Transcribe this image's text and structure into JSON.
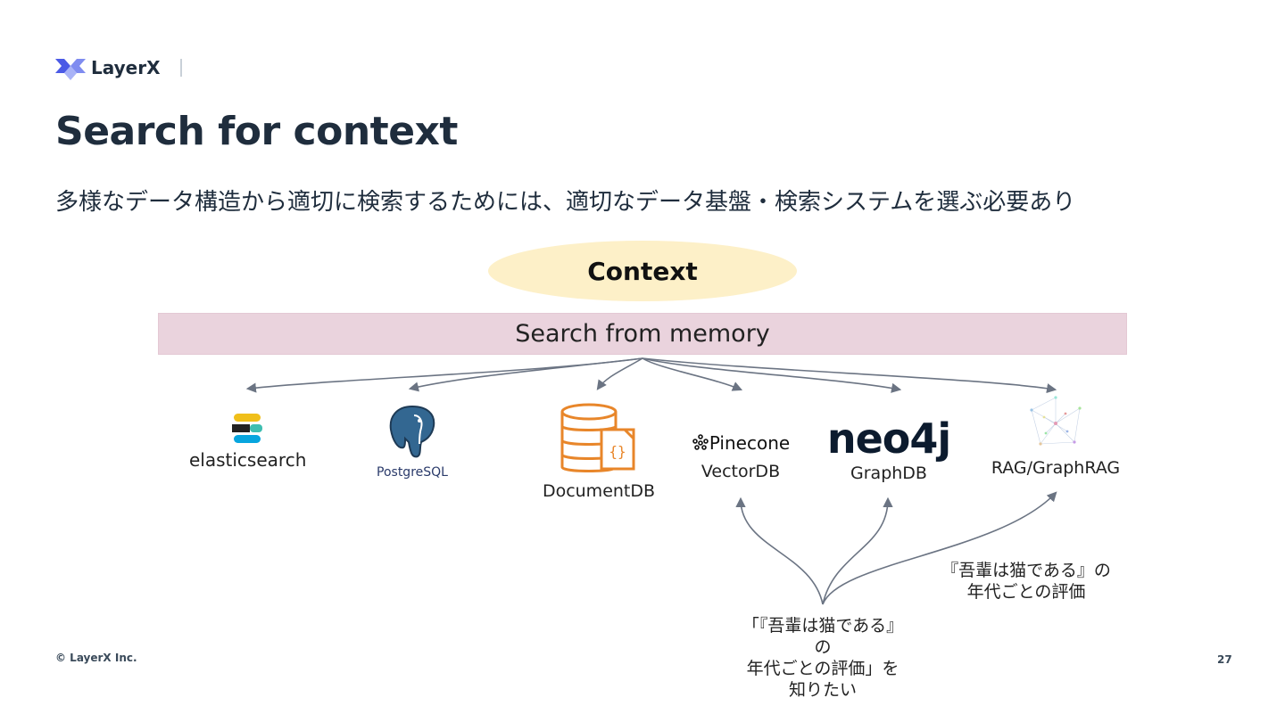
{
  "brand": {
    "name": "LayerX"
  },
  "title": "Search for context",
  "subtitle": "多様なデータ構造から適切に検索するためには、適切なデータ基盤・検索システムを選ぶ必要あり",
  "diagram": {
    "context_label": "Context",
    "search_label": "Search from memory",
    "nodes": {
      "elasticsearch": {
        "logo_text": "elasticsearch",
        "icon": "elasticsearch-logo"
      },
      "postgresql": {
        "logo_text": "PostgreSQL",
        "icon": "postgresql-elephant-logo"
      },
      "documentdb": {
        "label": "DocumentDB",
        "icon": "database-document-icon"
      },
      "vectordb": {
        "logo_text": "Pinecone",
        "label": "VectorDB",
        "icon": "pinecone-logo"
      },
      "graphdb": {
        "logo_text": "neo4j",
        "label": "GraphDB",
        "icon": "neo4j-logo"
      },
      "rag": {
        "label": "RAG/GraphRAG",
        "icon": "graph-network-icon"
      }
    },
    "query_note": [
      "「『吾輩は猫である』",
      "の",
      "年代ごとの評価」を",
      "知りたい"
    ],
    "side_note": [
      "『吾輩は猫である』の",
      "年代ごとの評価"
    ]
  },
  "colors": {
    "accent": "#4b5ae6",
    "context_fill": "#fdf0c8",
    "search_fill": "#ead3dd",
    "arrow": "#6b7483",
    "document_orange": "#e8862a"
  },
  "footer": {
    "copyright": "© LayerX Inc.",
    "page_number": "27"
  }
}
